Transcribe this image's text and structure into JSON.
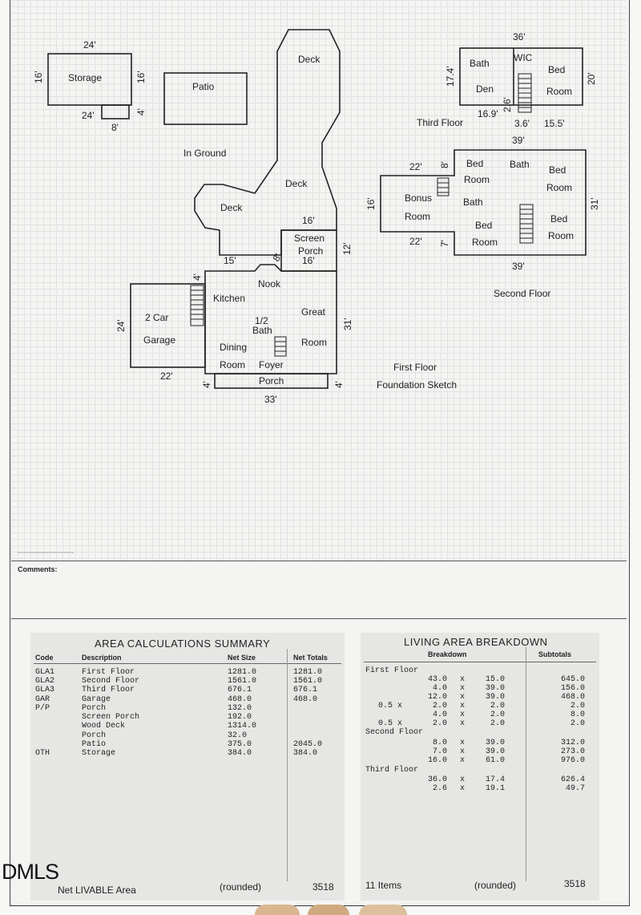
{
  "sketch": {
    "storage": {
      "label": "Storage",
      "top": "24'",
      "left": "16'",
      "right": "16'",
      "ext_a": "24'",
      "ext_b": "4'",
      "ext_c": "8'"
    },
    "patio": {
      "label": "Patio"
    },
    "in_ground": "In Ground",
    "decks": {
      "upper": "Deck",
      "middle": "Deck",
      "left": "Deck"
    },
    "screen_porch": {
      "line1": "Screen",
      "line2": "Porch",
      "top": "16'",
      "inner": "16'",
      "side": "12'",
      "diag": "8'"
    },
    "first_floor": {
      "nook": "Nook",
      "kitchen": "Kitchen",
      "great": "Great",
      "room": "Room",
      "half_bath_1": "1/2",
      "half_bath_2": "Bath",
      "dining": "Dining",
      "dining_room": "Room",
      "foyer": "Foyer",
      "porch": "Porch",
      "dim_15": "15'",
      "dim_4": "4'",
      "dim_31": "31'",
      "dim_33": "33'",
      "dim_porch_l": "4'",
      "dim_porch_r": "4'"
    },
    "garage": {
      "line1": "2 Car",
      "line2": "Garage",
      "dim_24": "24'",
      "dim_22": "22'"
    },
    "third_floor": {
      "title": "Third Floor",
      "bath": "Bath",
      "wic": "WIC",
      "den": "Den",
      "bed": "Bed",
      "room": "Room",
      "dim_36": "36'",
      "dim_174": "17.4'",
      "dim_20": "20'",
      "dim_169": "16.9'",
      "dim_26": "2.6'",
      "dim_36b": "3.6'",
      "dim_155": "15.5'"
    },
    "second_floor": {
      "title": "Second Floor",
      "bed1": "Bed",
      "room1": "Room",
      "bath1": "Bath",
      "bed2": "Bed",
      "room2": "Room",
      "bonus": "Bonus",
      "bonus_room": "Room",
      "bath2": "Bath",
      "bed3": "Bed",
      "room3": "Room",
      "bed4": "Bed",
      "room4": "Room",
      "dim_39t": "39'",
      "dim_22t": "22'",
      "dim_8": "8'",
      "dim_16": "16'",
      "dim_31": "31'",
      "dim_22b": "22'",
      "dim_7": "7'",
      "dim_39b": "39'"
    },
    "first_floor_label": "First Floor",
    "foundation": "Foundation Sketch"
  },
  "comments_label": "Comments:",
  "area_summary": {
    "title": "AREA CALCULATIONS SUMMARY",
    "headers": {
      "code": "Code",
      "desc": "Description",
      "net": "Net Size",
      "totals": "Net Totals"
    },
    "rows": [
      {
        "code": "GLA1",
        "desc": "First Floor",
        "net": "1281.0",
        "total": "1281.0"
      },
      {
        "code": "GLA2",
        "desc": "Second Floor",
        "net": "1561.0",
        "total": "1561.0"
      },
      {
        "code": "GLA3",
        "desc": "Third Floor",
        "net": "676.1",
        "total": "676.1"
      },
      {
        "code": "GAR",
        "desc": "Garage",
        "net": "468.0",
        "total": "468.0"
      },
      {
        "code": "P/P",
        "desc": "Porch",
        "net": "132.0",
        "total": ""
      },
      {
        "code": "",
        "desc": "Screen Porch",
        "net": "192.0",
        "total": ""
      },
      {
        "code": "",
        "desc": "Wood Deck",
        "net": "1314.0",
        "total": ""
      },
      {
        "code": "",
        "desc": "Porch",
        "net": "32.0",
        "total": ""
      },
      {
        "code": "",
        "desc": "Patio",
        "net": "375.0",
        "total": "2045.0"
      },
      {
        "code": "OTH",
        "desc": "Storage",
        "net": "384.0",
        "total": "384.0"
      }
    ],
    "footer_label": "Net LIVABLE Area",
    "footer_rounded": "(rounded)",
    "footer_value": "3518"
  },
  "living_breakdown": {
    "title": "LIVING AREA BREAKDOWN",
    "headers": {
      "breakdown": "Breakdown",
      "subtotals": "Subtotals"
    },
    "rows": [
      {
        "section": "First Floor",
        "mult": "",
        "a": "",
        "x": "",
        "b": "",
        "sub": ""
      },
      {
        "section": "",
        "mult": "",
        "a": "43.0",
        "x": "x",
        "b": "15.0",
        "sub": "645.0"
      },
      {
        "section": "",
        "mult": "",
        "a": "4.0",
        "x": "x",
        "b": "39.0",
        "sub": "156.0"
      },
      {
        "section": "",
        "mult": "",
        "a": "12.0",
        "x": "x",
        "b": "39.0",
        "sub": "468.0"
      },
      {
        "section": "",
        "mult": "0.5 x",
        "a": "2.0",
        "x": "x",
        "b": "2.0",
        "sub": "2.0"
      },
      {
        "section": "",
        "mult": "",
        "a": "4.0",
        "x": "x",
        "b": "2.0",
        "sub": "8.0"
      },
      {
        "section": "",
        "mult": "0.5 x",
        "a": "2.0",
        "x": "x",
        "b": "2.0",
        "sub": "2.0"
      },
      {
        "section": "Second Floor",
        "mult": "",
        "a": "",
        "x": "",
        "b": "",
        "sub": ""
      },
      {
        "section": "",
        "mult": "",
        "a": "8.0",
        "x": "x",
        "b": "39.0",
        "sub": "312.0"
      },
      {
        "section": "",
        "mult": "",
        "a": "7.0",
        "x": "x",
        "b": "39.0",
        "sub": "273.0"
      },
      {
        "section": "",
        "mult": "",
        "a": "16.0",
        "x": "x",
        "b": "61.0",
        "sub": "976.0"
      },
      {
        "section": "Third Floor",
        "mult": "",
        "a": "",
        "x": "",
        "b": "",
        "sub": ""
      },
      {
        "section": "",
        "mult": "",
        "a": "36.0",
        "x": "x",
        "b": "17.4",
        "sub": "626.4"
      },
      {
        "section": "",
        "mult": "",
        "a": "2.6",
        "x": "x",
        "b": "19.1",
        "sub": "49.7"
      }
    ],
    "footer_items": "11 Items",
    "footer_rounded": "(rounded)",
    "footer_value": "3518"
  },
  "watermark": "DMLS"
}
